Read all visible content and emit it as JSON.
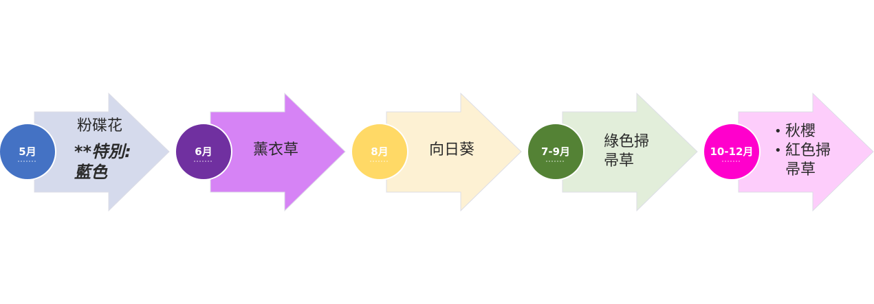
{
  "steps": [
    {
      "month": "5月",
      "circle_color": "#4472C4",
      "arrow_color": "#D5DAEC",
      "lines": [
        {
          "text": "粉碟花",
          "style": "normal"
        },
        {
          "text": "**特別:",
          "style": "emphasis"
        },
        {
          "text": "藍色",
          "style": "emphasis"
        }
      ]
    },
    {
      "month": "6月",
      "circle_color": "#7030A0",
      "arrow_color": "#D683F5",
      "lines": [
        {
          "text": "薰衣草",
          "style": "normal"
        }
      ]
    },
    {
      "month": "8月",
      "circle_color": "#FFD966",
      "arrow_color": "#FDF1D3",
      "lines": [
        {
          "text": "向日葵",
          "style": "normal"
        }
      ]
    },
    {
      "month": "7-9月",
      "circle_color": "#548235",
      "arrow_color": "#E2EEDA",
      "lines": [
        {
          "text": "綠色掃",
          "style": "normal"
        },
        {
          "text": "帚草",
          "style": "normal"
        }
      ]
    },
    {
      "month": "10-12月",
      "circle_color": "#FF00CC",
      "arrow_color": "#FDCDFB",
      "bullets": [
        {
          "text": "秋櫻"
        },
        {
          "text": "紅色掃",
          "cont": "帚草"
        }
      ]
    }
  ]
}
